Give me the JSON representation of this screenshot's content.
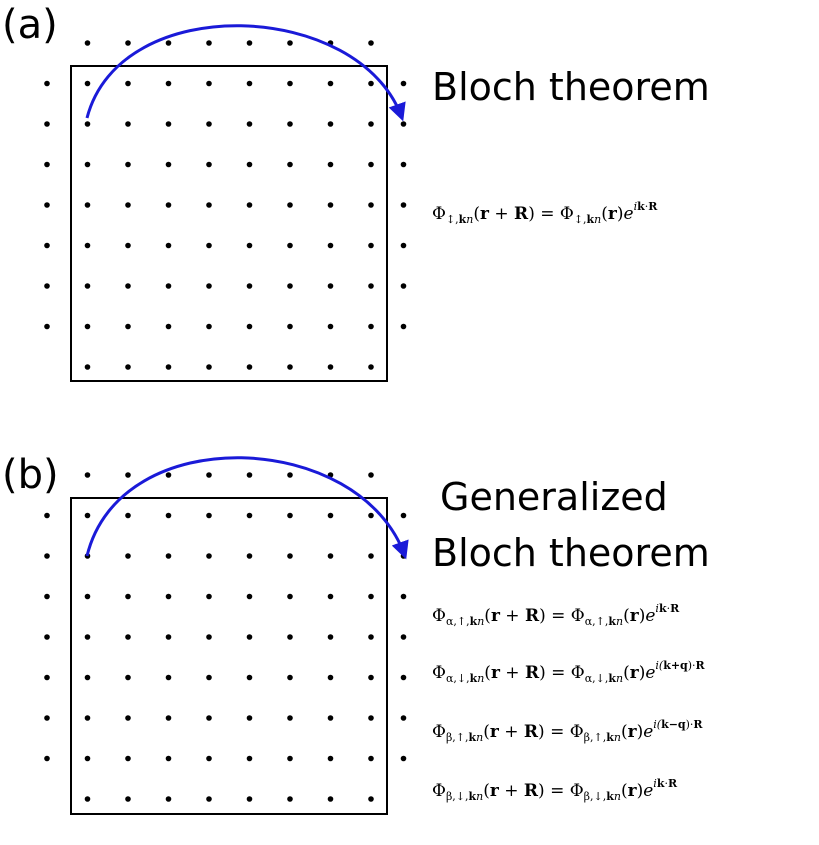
{
  "panels": [
    {
      "label": "(a)",
      "title_lines": [
        "Bloch theorem"
      ],
      "equations": [
        {
          "lhs_sub": "↕,",
          "rhs_sub": "↕,",
          "exp_parts": [
            "i",
            "k",
            "·",
            "R"
          ]
        }
      ]
    },
    {
      "label": "(b)",
      "title_lines": [
        "Generalized",
        "Bloch theorem"
      ],
      "equations": [
        {
          "lhs_sub": "α,↑,",
          "rhs_sub": "α,↑,",
          "exp_parts": [
            "i",
            "k",
            "·",
            "R"
          ]
        },
        {
          "lhs_sub": "α,↓,",
          "rhs_sub": "α,↓,",
          "exp_parts": [
            "i(",
            "k+q",
            ")·",
            "R"
          ]
        },
        {
          "lhs_sub": "β,↑,",
          "rhs_sub": "β,↑,",
          "exp_parts": [
            "i(",
            "k−q",
            ")·",
            "R"
          ]
        },
        {
          "lhs_sub": "β,↓,",
          "rhs_sub": "β,↓,",
          "exp_parts": [
            "i",
            "k",
            "·",
            "R"
          ]
        }
      ]
    }
  ],
  "colors": {
    "arrow": "#1a1ad8",
    "box": "#000000",
    "dot": "#000000"
  },
  "lattice": {
    "rows": 9,
    "cols": 9
  }
}
